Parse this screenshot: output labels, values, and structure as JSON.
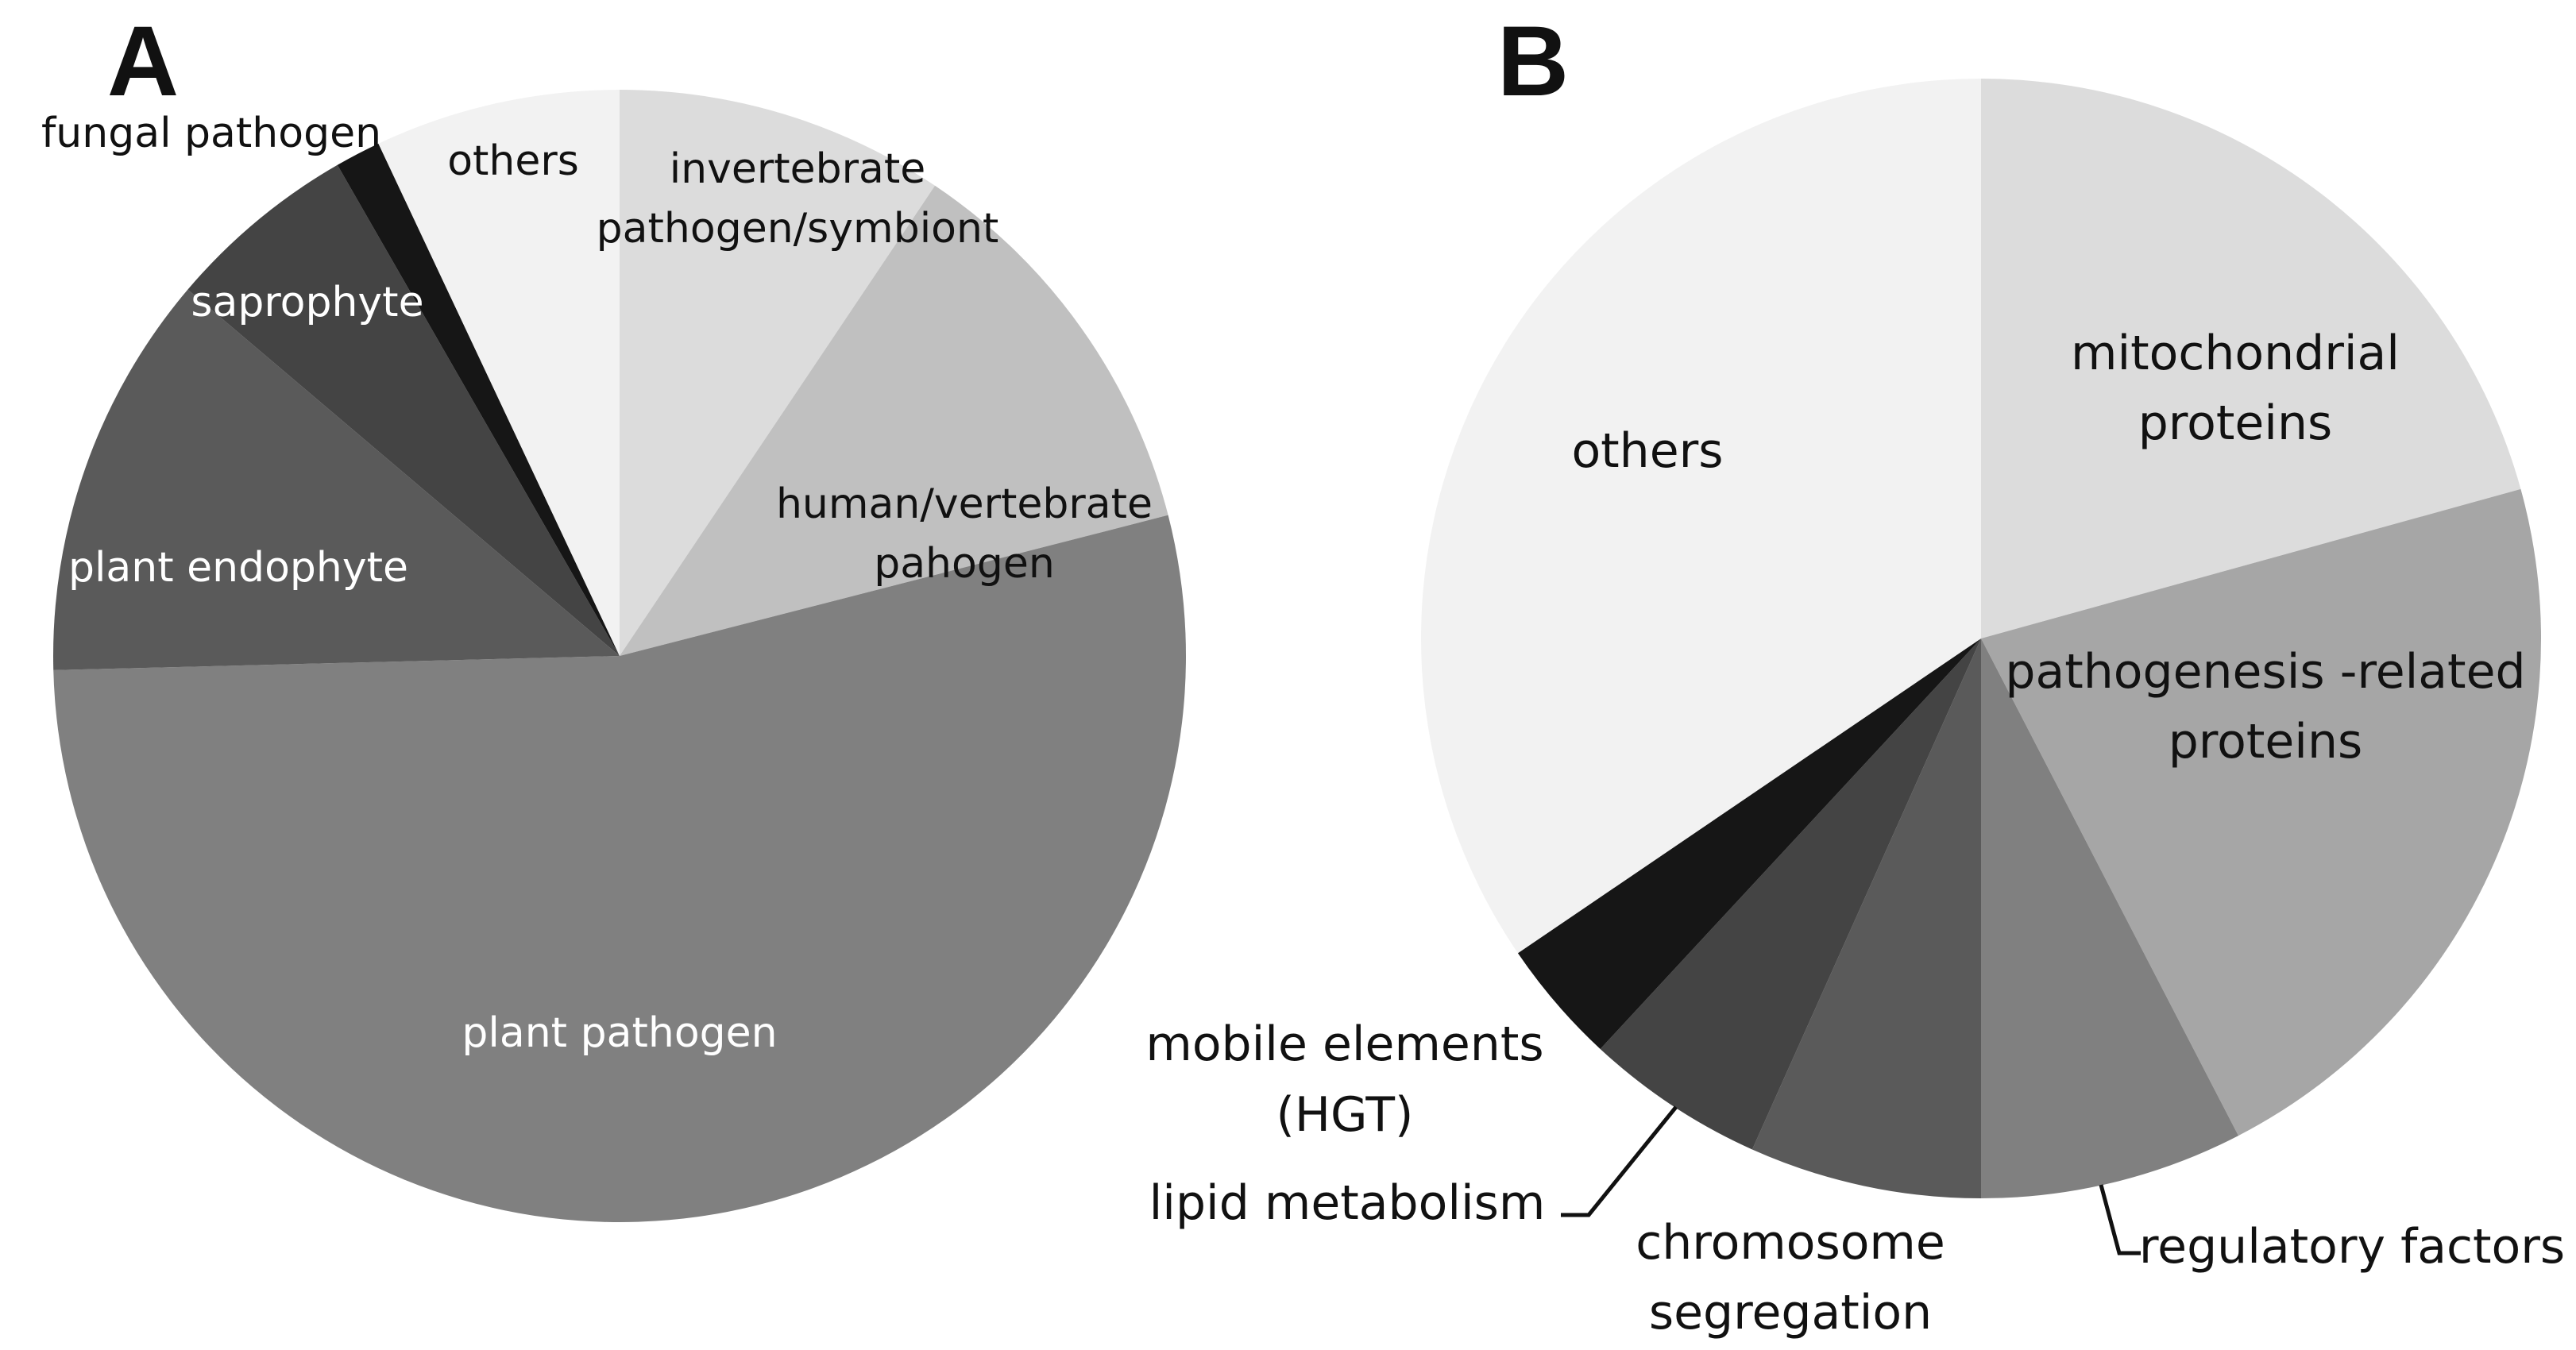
{
  "chart_data": [
    {
      "type": "pie",
      "panel": "A",
      "start": "12 o'clock",
      "direction": "clockwise",
      "slices": [
        {
          "label": "invertebrate pathogen/symbiont",
          "value": 9.4,
          "color": "#dcdcdc"
        },
        {
          "label": "human/vertebrate pahogen",
          "value": 11.6,
          "color": "#c0c0c0"
        },
        {
          "label": "plant pathogen",
          "value": 53.6,
          "color": "#808080"
        },
        {
          "label": "plant endophyte",
          "value": 11.6,
          "color": "#5a5a5a"
        },
        {
          "label": "saprophyte",
          "value": 5.5,
          "color": "#444444"
        },
        {
          "label": "fungal pathogen",
          "value": 1.3,
          "color": "#161616"
        },
        {
          "label": "others",
          "value": 7.0,
          "color": "#f2f2f2"
        }
      ]
    },
    {
      "type": "pie",
      "panel": "B",
      "start": "12 o'clock",
      "direction": "clockwise",
      "slices": [
        {
          "label": "mitochondrial proteins",
          "value": 20.7,
          "color": "#dcdcdc"
        },
        {
          "label": "pathogenesis-related proteins",
          "value": 21.7,
          "color": "#a6a6a6"
        },
        {
          "label": "regulatory factors",
          "value": 7.6,
          "color": "#808080"
        },
        {
          "label": "chromosome segregation",
          "value": 6.7,
          "color": "#5a5a5a"
        },
        {
          "label": "lipid metabolism",
          "value": 5.2,
          "color": "#444444"
        },
        {
          "label": "mobile elements (HGT)",
          "value": 3.6,
          "color": "#161616"
        },
        {
          "label": "others",
          "value": 34.5,
          "color": "#f2f2f2"
        }
      ]
    }
  ],
  "labels": {
    "panel_a": "A",
    "panel_b": "B",
    "a_fungal": "fungal pathogen",
    "a_others": "others",
    "a_invert_1": "invertebrate",
    "a_invert_2": "pathogen/symbiont",
    "a_saprophyte": "saprophyte",
    "a_human_1": "human/vertebrate",
    "a_human_2": "pahogen",
    "a_endophyte": "plant endophyte",
    "a_plant_pathogen": "plant pathogen",
    "b_mito_1": "mitochondrial",
    "b_mito_2": "proteins",
    "b_others": "others",
    "b_patho_1": "pathogenesis -related",
    "b_patho_2": "proteins",
    "b_mobile_1": "mobile elements",
    "b_mobile_2": "(HGT)",
    "b_lipid": "lipid metabolism",
    "b_chrom_1": "chromosome",
    "b_chrom_2": "segregation",
    "b_regulatory": "regulatory factors"
  }
}
